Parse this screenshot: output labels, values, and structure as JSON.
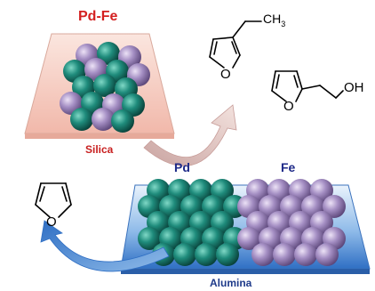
{
  "labels": {
    "catalyst_top": "Pd-Fe",
    "support_top": "Silica",
    "metal_left": "Pd",
    "metal_right": "Fe",
    "support_bottom": "Alumina"
  },
  "molecules": {
    "methylfuran": {
      "ring_atom": "O",
      "substituent": "CH",
      "substituent_sub": "3"
    },
    "furfuryl_alcohol": {
      "ring_atom": "O",
      "substituent": "OH"
    },
    "furan": {
      "ring_atom": "O"
    }
  },
  "colors": {
    "pd_sphere": "#1f8c7c",
    "fe_sphere": "#a58fc4",
    "silica_surface": "#f7cfc4",
    "alumina_surface": "#4a89d6",
    "label_red": "#d42020",
    "label_blue": "#1e2a88"
  }
}
